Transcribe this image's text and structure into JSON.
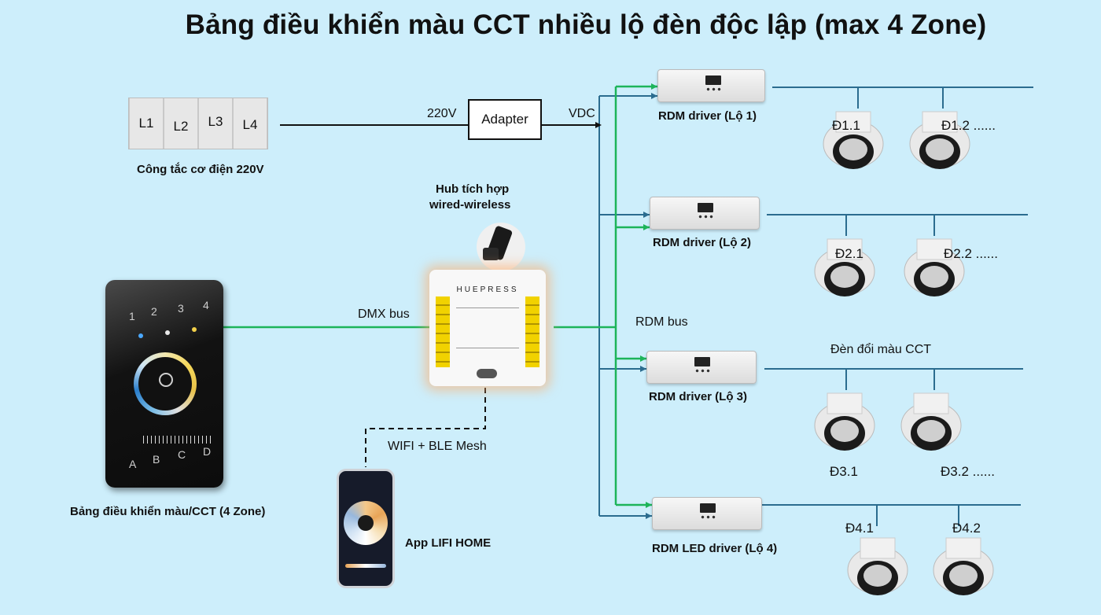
{
  "title": "Bảng điều khiển màu CCT nhiều lộ đèn độc lập (max 4 Zone)",
  "switch": {
    "buttons": [
      "L1",
      "L2",
      "L3",
      "L4"
    ],
    "caption": "Công tắc cơ điện 220V"
  },
  "wires": {
    "v220": "220V",
    "vdc": "VDC",
    "dmx_bus": "DMX bus",
    "rdm_bus": "RDM bus",
    "wifi_ble": "WIFI + BLE Mesh"
  },
  "adapter": "Adapter",
  "hub": {
    "caption_line1": "Hub tích hợp",
    "caption_line2": "wired-wireless",
    "brand": "HUEPRESS"
  },
  "panel": {
    "caption": "Bảng điều khiển màu/CCT (4 Zone)",
    "top_keys": [
      "1",
      "2",
      "3",
      "4"
    ],
    "bottom_keys": [
      "A",
      "B",
      "C",
      "D"
    ]
  },
  "app": {
    "caption": "App LIFI HOME"
  },
  "drivers": [
    {
      "label": "RDM driver (Lộ 1)"
    },
    {
      "label": "RDM driver (Lộ 2)"
    },
    {
      "label": "RDM driver (Lộ 3)"
    },
    {
      "label": "RDM LED driver (Lộ 4)"
    }
  ],
  "lamps": {
    "d1_1": "Đ1.1",
    "d1_2": "Đ1.2 ......",
    "d2_1": "Đ2.1",
    "d2_2": "Đ2.2 ......",
    "d3_1": "Đ3.1",
    "d3_2": "Đ3.2 ......",
    "d4_1": "Đ4.1",
    "d4_2": "Đ4.2",
    "cct_note": "Đèn đổi màu CCT"
  },
  "colors": {
    "background": "#cdeefb",
    "power_line": "#111111",
    "vdc_line": "#2b6c8f",
    "bus_line": "#1db45a",
    "lamp_line": "#2b6c8f"
  }
}
